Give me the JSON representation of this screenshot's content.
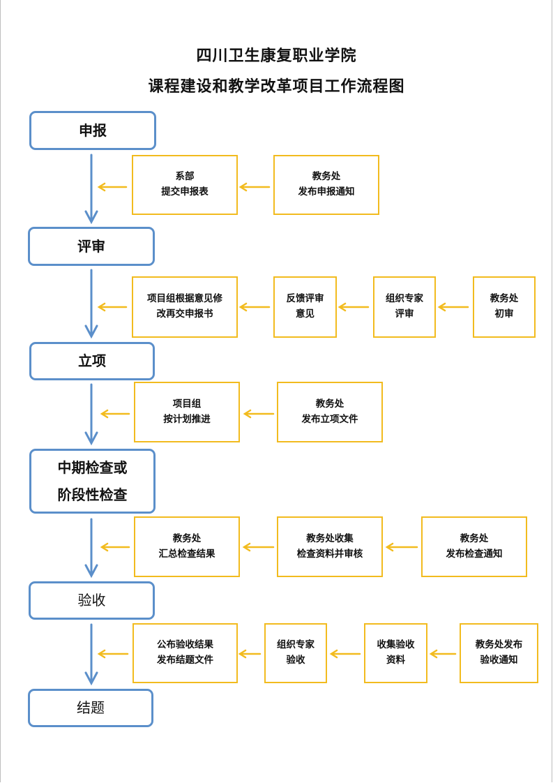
{
  "title": {
    "line1": "四川卫生康复职业学院",
    "line2": "课程建设和教学改革项目工作流程图"
  },
  "steps": [
    {
      "lines": [
        "申报"
      ]
    },
    {
      "lines": [
        "评审"
      ]
    },
    {
      "lines": [
        "立项"
      ]
    },
    {
      "lines": [
        "中期检查或",
        "阶段性检查"
      ]
    },
    {
      "lines": [
        "验收"
      ]
    },
    {
      "lines": [
        "结题"
      ]
    }
  ],
  "notes": {
    "r1": [
      {
        "lines": [
          "系部",
          "提交申报表"
        ]
      },
      {
        "lines": [
          "教务处",
          "发布申报通知"
        ]
      }
    ],
    "r2": [
      {
        "lines": [
          "项目组根据意见修",
          "改再交申报书"
        ]
      },
      {
        "lines": [
          "反馈评审",
          "意见"
        ]
      },
      {
        "lines": [
          "组织专家",
          "评审"
        ]
      },
      {
        "lines": [
          "教务处",
          "初审"
        ]
      }
    ],
    "r3": [
      {
        "lines": [
          "项目组",
          "按计划推进"
        ]
      },
      {
        "lines": [
          "教务处",
          "发布立项文件"
        ]
      }
    ],
    "r4": [
      {
        "lines": [
          "教务处",
          "汇总检查结果"
        ]
      },
      {
        "lines": [
          "教务处收集",
          "检查资料并审核"
        ]
      },
      {
        "lines": [
          "教务处",
          "发布检查通知"
        ]
      }
    ],
    "r5": [
      {
        "lines": [
          "公布验收结果",
          "发布结题文件"
        ]
      },
      {
        "lines": [
          "组织专家",
          "验收"
        ]
      },
      {
        "lines": [
          "收集验收",
          "资料"
        ]
      },
      {
        "lines": [
          "教务处发布",
          "验收通知"
        ]
      }
    ]
  },
  "colors": {
    "step_border": "#5b8fca",
    "note_border": "#f2bb1e",
    "down_arrow": "#5b8fca",
    "left_arrow": "#f2bb1e"
  }
}
